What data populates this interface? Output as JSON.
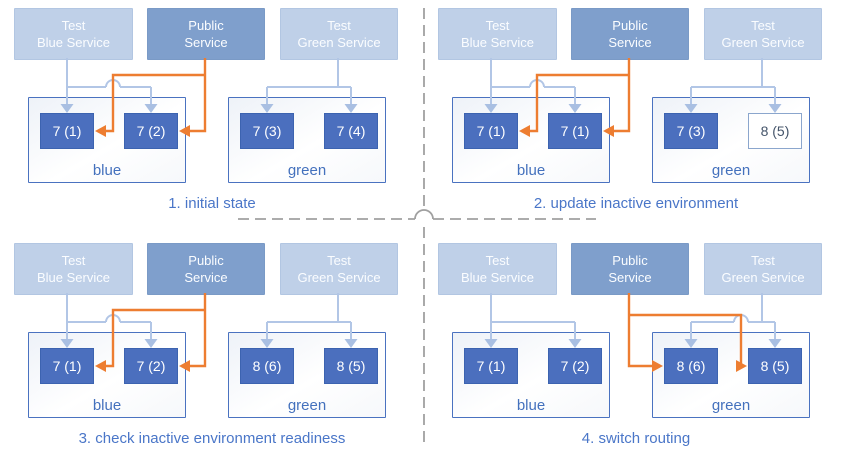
{
  "colors": {
    "pod_fill": "#4b6fbe",
    "test_service_fill": "#bfd0e8",
    "public_service_fill": "#7f9fcc",
    "public_route_orange": "#ed7d31",
    "test_route_blue": "#b2c6e6",
    "caption_text": "#4a76c8",
    "divider_gray": "#a0a0a0"
  },
  "services": {
    "test_blue": {
      "line1": "Test",
      "line2": "Blue Service"
    },
    "public": {
      "line1": "Public",
      "line2": "Service"
    },
    "test_green": {
      "line1": "Test",
      "line2": "Green Service"
    }
  },
  "steps": [
    {
      "caption": "1. initial state",
      "public_routes_to": "blue",
      "blue_env": {
        "label": "blue",
        "pods": [
          {
            "label": "7 (1)",
            "variant": "filled"
          },
          {
            "label": "7 (2)",
            "variant": "filled"
          }
        ]
      },
      "green_env": {
        "label": "green",
        "pods": [
          {
            "label": "7 (3)",
            "variant": "filled"
          },
          {
            "label": "7 (4)",
            "variant": "filled"
          }
        ]
      }
    },
    {
      "caption": "2. update inactive environment",
      "public_routes_to": "blue",
      "blue_env": {
        "label": "blue",
        "pods": [
          {
            "label": "7 (1)",
            "variant": "filled"
          },
          {
            "label": "7 (1)",
            "variant": "filled"
          }
        ]
      },
      "green_env": {
        "label": "green",
        "pods": [
          {
            "label": "7 (3)",
            "variant": "filled"
          },
          {
            "label": "8 (5)",
            "variant": "outline"
          }
        ]
      }
    },
    {
      "caption": "3. check inactive environment readiness",
      "public_routes_to": "blue",
      "blue_env": {
        "label": "blue",
        "pods": [
          {
            "label": "7 (1)",
            "variant": "filled"
          },
          {
            "label": "7 (2)",
            "variant": "filled"
          }
        ]
      },
      "green_env": {
        "label": "green",
        "pods": [
          {
            "label": "8 (6)",
            "variant": "filled"
          },
          {
            "label": "8 (5)",
            "variant": "filled"
          }
        ]
      }
    },
    {
      "caption": "4. switch routing",
      "public_routes_to": "green",
      "blue_env": {
        "label": "blue",
        "pods": [
          {
            "label": "7 (1)",
            "variant": "filled"
          },
          {
            "label": "7 (2)",
            "variant": "filled"
          }
        ]
      },
      "green_env": {
        "label": "green",
        "pods": [
          {
            "label": "8 (6)",
            "variant": "filled"
          },
          {
            "label": "8 (5)",
            "variant": "filled"
          }
        ]
      }
    }
  ]
}
